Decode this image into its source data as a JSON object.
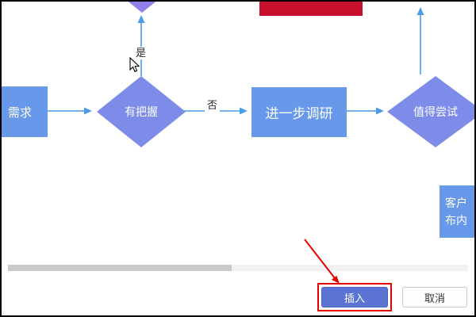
{
  "dialog": {
    "buttons": {
      "insert": "插入",
      "cancel": "取消"
    }
  },
  "flowchart": {
    "nodes": {
      "requirement": {
        "label": "需求"
      },
      "confident": {
        "label": "有把握"
      },
      "research": {
        "label": "进一步调研"
      },
      "worth_try": {
        "label": "值得尝试"
      },
      "customer": {
        "line1": "客户",
        "line2": "布内"
      },
      "top_diamond": {
        "label": ""
      },
      "top_red_rect": {
        "label": ""
      }
    },
    "edge_labels": {
      "yes": "是",
      "no": "否"
    }
  },
  "colors": {
    "node_rect": "#6798ea",
    "node_diamond": "#7d8ce8",
    "node_diamond_top": "#9180e8",
    "node_red_rect": "#c8102e",
    "connector": "#4a9ce8",
    "annotation_red": "#e60000",
    "insert_button_bg": "#5b74d4",
    "scrollbar_thumb": "#c9c9c9"
  }
}
